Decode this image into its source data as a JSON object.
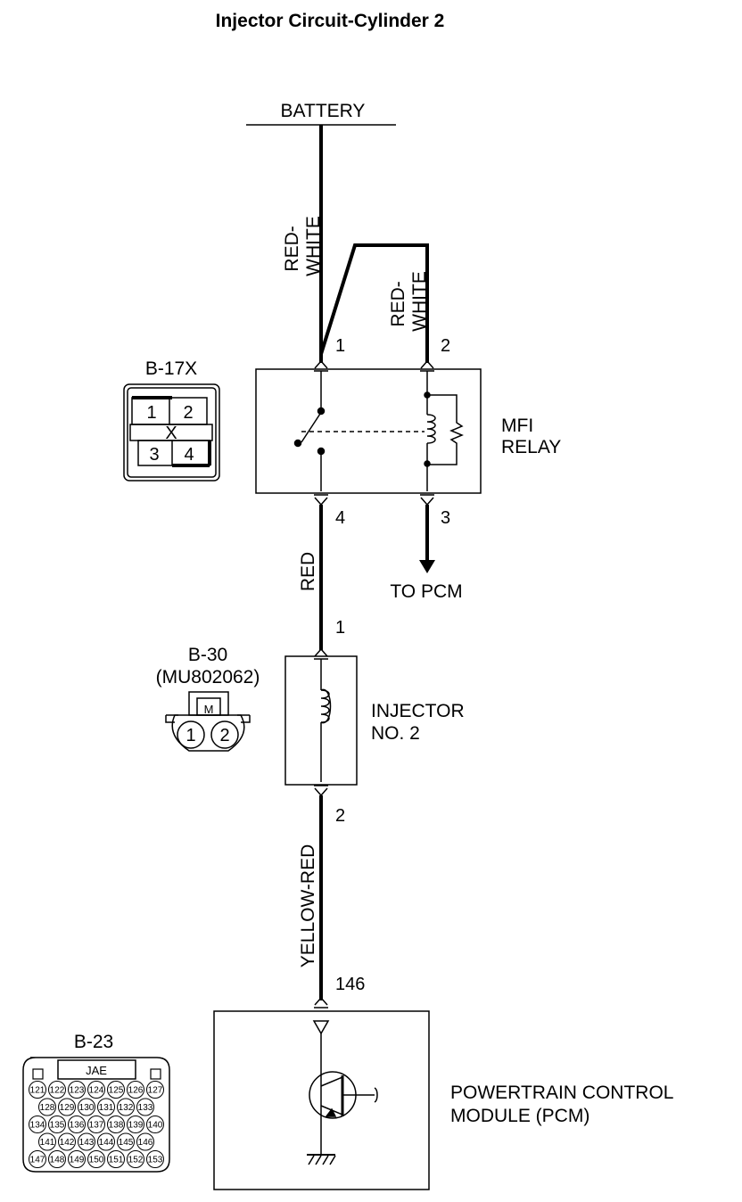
{
  "title": "Injector Circuit-Cylinder 2",
  "battery": {
    "label": "BATTERY"
  },
  "wires": {
    "relay_in_1": "RED-WHITE",
    "relay_in_2": "RED-WHITE",
    "relay_to_injector": "RED",
    "injector_to_pcm": "YELLOW-RED"
  },
  "connectors": {
    "b17x": {
      "id": "B-17X",
      "pins": [
        "1",
        "2",
        "X",
        "3",
        "4"
      ]
    },
    "b30": {
      "id": "B-30",
      "part": "(MU802062)",
      "badge": "M",
      "pins": [
        "1",
        "2"
      ]
    },
    "b23": {
      "id": "B-23",
      "brand": "JAE",
      "rows": [
        [
          "121",
          "122",
          "123",
          "124",
          "125",
          "126",
          "127"
        ],
        [
          "128",
          "129",
          "130",
          "131",
          "132",
          "133"
        ],
        [
          "134",
          "135",
          "136",
          "137",
          "138",
          "139",
          "140"
        ],
        [
          "141",
          "142",
          "143",
          "144",
          "145",
          "146"
        ],
        [
          "147",
          "148",
          "149",
          "150",
          "151",
          "152",
          "153"
        ]
      ]
    }
  },
  "relay": {
    "label_line1": "MFI",
    "label_line2": "RELAY",
    "pin_1": "1",
    "pin_2": "2",
    "pin_3": "3",
    "pin_4": "4",
    "to_pcm": "TO PCM"
  },
  "injector": {
    "label_line1": "INJECTOR",
    "label_line2": "NO. 2",
    "pin_1": "1",
    "pin_2": "2"
  },
  "pcm": {
    "label_line1": "POWERTRAIN CONTROL",
    "label_line2": "MODULE (PCM)",
    "pin": "146"
  }
}
